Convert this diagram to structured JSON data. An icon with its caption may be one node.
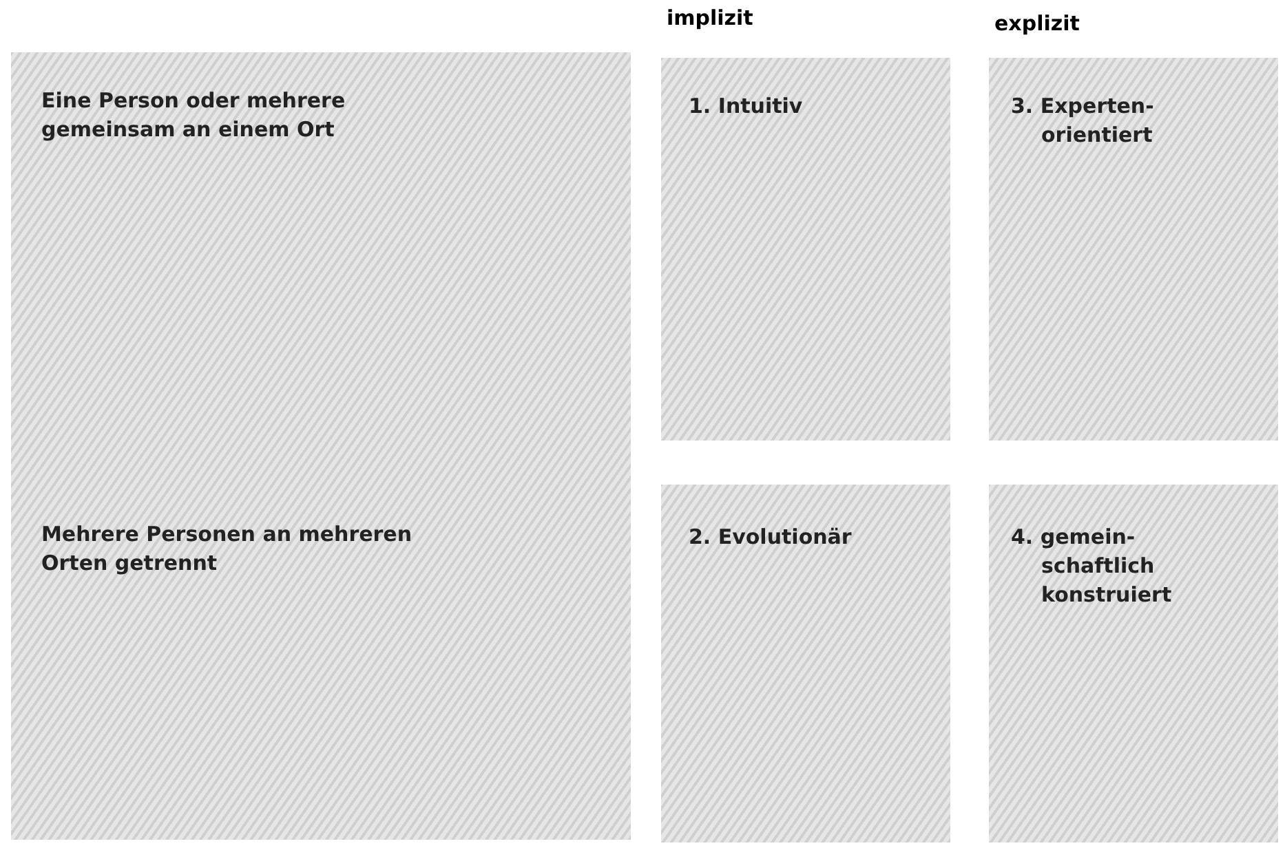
{
  "diagram": {
    "nodes": [
      {
        "text": [
          "Eine Person oder mehrere gemeinsam an einem Ort",
          "Mehrere Personen an mehreren Orten getrennt"
        ]
      },
      {
        "text": [
          "1. Intuitiv"
        ]
      },
      {
        "text": [
          "3. Experten- orientiert"
        ]
      },
      {
        "text": [
          "2. Evolutionär"
        ]
      },
      {
        "text": [
          "4. gemein- schaftlich konstruiert"
        ]
      }
    ],
    "edges": [],
    "labels": [
      "implizit",
      "explizit"
    ]
  }
}
